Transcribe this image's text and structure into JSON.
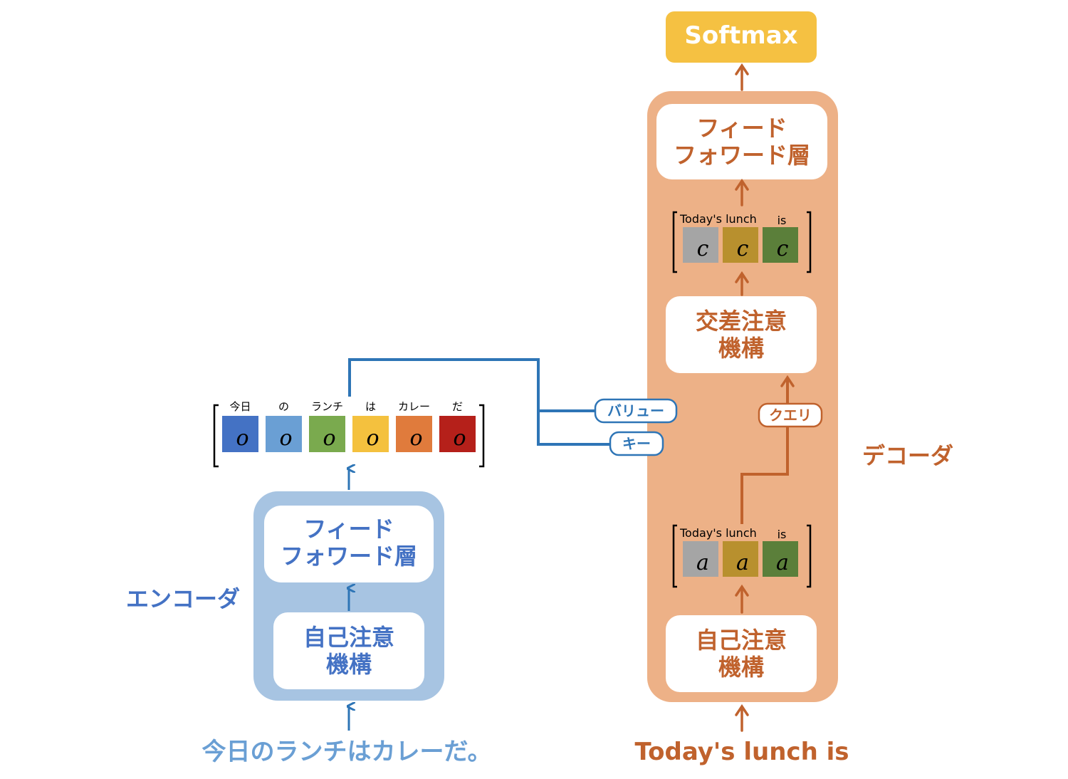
{
  "colors": {
    "encoder_text": "#4472c4",
    "encoder_light_text": "#6a9fd4",
    "encoder_bg": "#a7c4e2",
    "decoder_text": "#c0622d",
    "decoder_bg": "#edb187",
    "softmax_bg": "#f5c142",
    "arrow_blue": "#2e75b6",
    "arrow_orange": "#c0622d"
  },
  "encoder": {
    "label": "エンコーダ",
    "ffn_line1": "フィード",
    "ffn_line2": "フォワード層",
    "attn_line1": "自己注意",
    "attn_line2": "機構",
    "input_sentence": "今日のランチはカレーだ。",
    "outputs": [
      {
        "token": "今日",
        "symbol": "o",
        "color": "#4472c4"
      },
      {
        "token": "の",
        "symbol": "o",
        "color": "#6a9fd4"
      },
      {
        "token": "ランチ",
        "symbol": "o",
        "color": "#7aaa4e"
      },
      {
        "token": "は",
        "symbol": "o",
        "color": "#f4c13e"
      },
      {
        "token": "カレー",
        "symbol": "o",
        "color": "#e07b3c"
      },
      {
        "token": "だ",
        "symbol": "o",
        "color": "#b5201a"
      }
    ]
  },
  "decoder": {
    "label": "デコーダ",
    "ffn_line1": "フィード",
    "ffn_line2": "フォワード層",
    "cross_line1": "交差注意",
    "cross_line2": "機構",
    "self_line1": "自己注意",
    "self_line2": "機構",
    "input_sentence": "Today's lunch is",
    "context_tokens": [
      "Today's lunch",
      "is"
    ],
    "context_cells": [
      {
        "symbol": "c",
        "color": "#a5a5a5"
      },
      {
        "symbol": "c",
        "color": "#b8902e"
      },
      {
        "symbol": "c",
        "color": "#5b7f3a"
      }
    ],
    "attn_tokens": [
      "Today's lunch",
      "is"
    ],
    "attn_cells": [
      {
        "symbol": "a",
        "color": "#a5a5a5"
      },
      {
        "symbol": "a",
        "color": "#b8902e"
      },
      {
        "symbol": "a",
        "color": "#5b7f3a"
      }
    ]
  },
  "softmax": {
    "label": "Softmax"
  },
  "connectors": {
    "value_label": "バリュー",
    "key_label": "キー",
    "query_label": "クエリ"
  }
}
